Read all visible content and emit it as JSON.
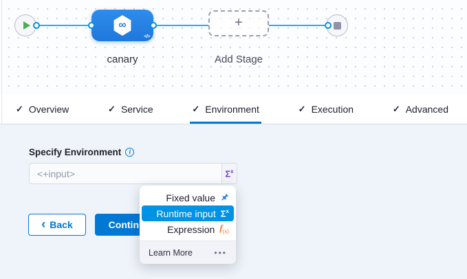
{
  "canvas": {
    "stage_name": "canary",
    "add_stage_label": "Add Stage",
    "code_icon": "</>",
    "plus": "+",
    "infinity": "∞"
  },
  "tabs": {
    "check": "✓",
    "items": [
      {
        "label": "Overview"
      },
      {
        "label": "Service"
      },
      {
        "label": "Environment"
      },
      {
        "label": "Execution"
      },
      {
        "label": "Advanced"
      }
    ],
    "active": "Environment"
  },
  "form": {
    "label": "Specify Environment",
    "info": "i",
    "value": "<+input>",
    "sigma": "Σ",
    "sigma_sup": "x"
  },
  "menu": {
    "items": [
      {
        "label": "Fixed value"
      },
      {
        "label": "Runtime input",
        "selected": true
      },
      {
        "label": "Expression"
      }
    ],
    "fx_f": "f",
    "fx_sub": "(x)",
    "footer_label": "Learn More",
    "more": "•••"
  },
  "actions": {
    "back_chevron": "‹",
    "back": "Back",
    "continue": "Continue"
  },
  "colors": {
    "primary": "#0278d5",
    "highlight": "#0092e4",
    "link": "#29a8f3",
    "runtime_purple": "#6d44c8",
    "expression_orange": "#ff7324"
  }
}
